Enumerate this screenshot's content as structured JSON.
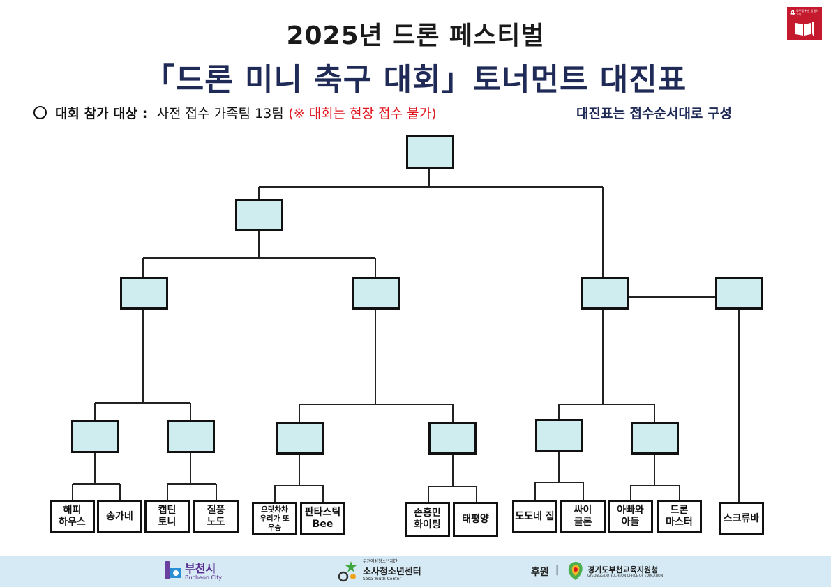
{
  "title_line1": "2025년 드론 페스티벌",
  "title_line2": "「드론 미니 축구 대회」토너먼트 대진표",
  "info": {
    "label": "대회 참가 대상 :",
    "text": "사전 접수 가족팀 13팀",
    "note_red": "(※ 대회는 현장 접수 불가)",
    "note_right": "대진표는 접수순서대로 구성"
  },
  "sdg_badge": {
    "number": "4",
    "text": "모두를 위한 양질의 교육",
    "icon": "book-pencil-icon",
    "color": "#c5192d"
  },
  "teams": [
    "해피\n하우스",
    "송가네",
    "캡틴\n토니",
    "질풍\n노도",
    "으랏차차\n우리가 또\n우승",
    "판타스틱\nBee",
    "손흥민\n화이팅",
    "태평양",
    "도도네 집",
    "싸이\n클론",
    "아빠와\n아들",
    "드론\n마스터",
    "스크류바"
  ],
  "footer": {
    "bucheon": {
      "name": "부천시",
      "sub": "Bucheon City"
    },
    "youth_center": {
      "org": "부천여성청소년재단",
      "name": "소사청소년센터",
      "sub": "Sosa Youth Center"
    },
    "sponsor_label": "후원",
    "sponsor_divider": "|",
    "education_office": {
      "name": "경기도부천교육지원청",
      "sub": "GYEONGGIDO BUCHEON OFFICE OF EDUCATION"
    }
  },
  "colors": {
    "box_fill": "#cfecef",
    "title_navy": "#1f2a57",
    "red": "#e0161e",
    "footer_bg": "#d6eaf5"
  }
}
